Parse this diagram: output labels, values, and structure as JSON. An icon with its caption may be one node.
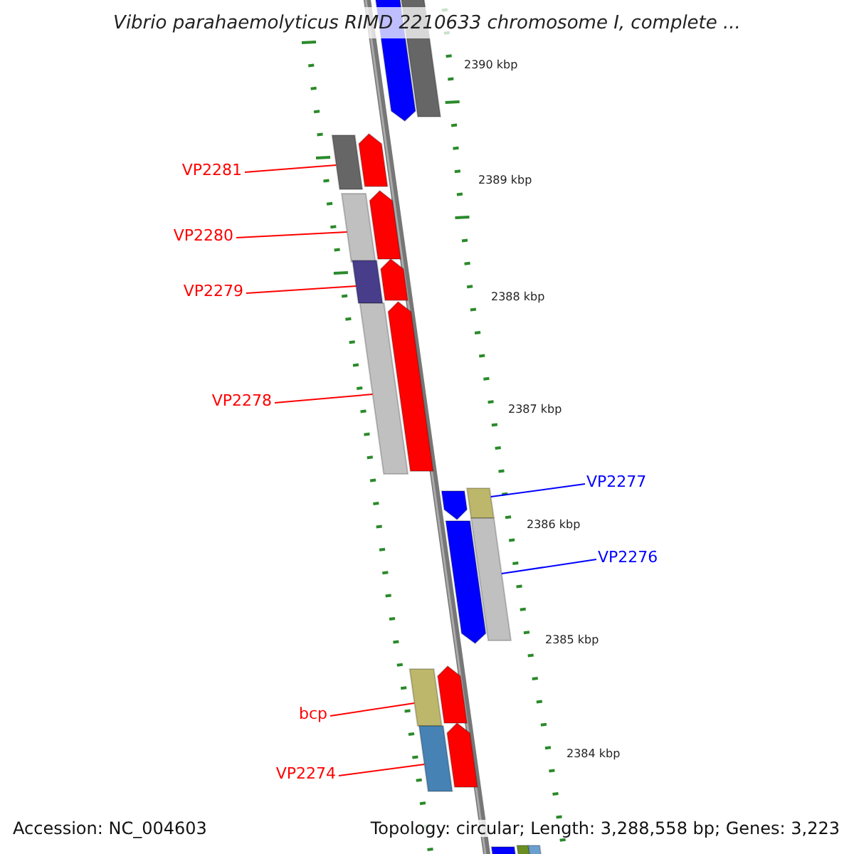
{
  "diagram": {
    "title": "Vibrio parahaemolyticus RIMD 2210633 chromosome I, complete ...",
    "nodes": [
      {
        "text": [],
        "shape": "arrow"
      },
      {
        "text": [],
        "shape": "bar"
      },
      {
        "text": [
          "VP2281"
        ]
      },
      {
        "text": [],
        "shape": "bar"
      },
      {
        "text": [],
        "shape": "arrow"
      },
      {
        "text": [
          "VP2280"
        ]
      },
      {
        "text": [],
        "shape": "bar"
      },
      {
        "text": [],
        "shape": "arrow"
      },
      {
        "text": [
          "VP2279"
        ]
      },
      {
        "text": [],
        "shape": "bar"
      },
      {
        "text": [],
        "shape": "arrow"
      },
      {
        "text": [
          "VP2278"
        ]
      },
      {
        "text": [],
        "shape": "bar"
      },
      {
        "text": [],
        "shape": "arrow"
      },
      {
        "text": [],
        "shape": "arrow"
      },
      {
        "text": [],
        "shape": "bar"
      },
      {
        "text": [
          "VP2277"
        ]
      },
      {
        "text": [],
        "shape": "arrow"
      },
      {
        "text": [],
        "shape": "bar"
      },
      {
        "text": [
          "VP2276"
        ]
      },
      {
        "text": [
          "bcp"
        ]
      },
      {
        "text": [],
        "shape": "bar"
      },
      {
        "text": [],
        "shape": "arrow"
      },
      {
        "text": [
          "VP2274"
        ]
      },
      {
        "text": [],
        "shape": "bar"
      },
      {
        "text": [],
        "shape": "arrow"
      },
      {
        "text": [],
        "shape": "arrow"
      },
      {
        "text": [],
        "shape": "bar"
      },
      {
        "text": [],
        "shape": "bar"
      }
    ],
    "edges": [
      {
        "from": 2,
        "to": 3,
        "arrow": "none"
      },
      {
        "from": 5,
        "to": 6,
        "arrow": "none"
      },
      {
        "from": 8,
        "to": 9,
        "arrow": "none"
      },
      {
        "from": 11,
        "to": 12,
        "arrow": "none"
      },
      {
        "from": 16,
        "to": 15,
        "arrow": "none",
        "color": "#0000ff"
      },
      {
        "from": 19,
        "to": 18,
        "arrow": "none",
        "color": "#0000ff"
      },
      {
        "from": 20,
        "to": 21,
        "arrow": "none"
      },
      {
        "from": 23,
        "to": 24,
        "arrow": "none"
      }
    ],
    "labels": [
      "2390 kbp",
      "2389 kbp",
      "2388 kbp",
      "2387 kbp",
      "2386 kbp",
      "2385 kbp",
      "2384 kbp",
      "Accession: NC_004603",
      "Topology: circular; Length: 3,288,558 bp; Genes: 3,223"
    ]
  }
}
